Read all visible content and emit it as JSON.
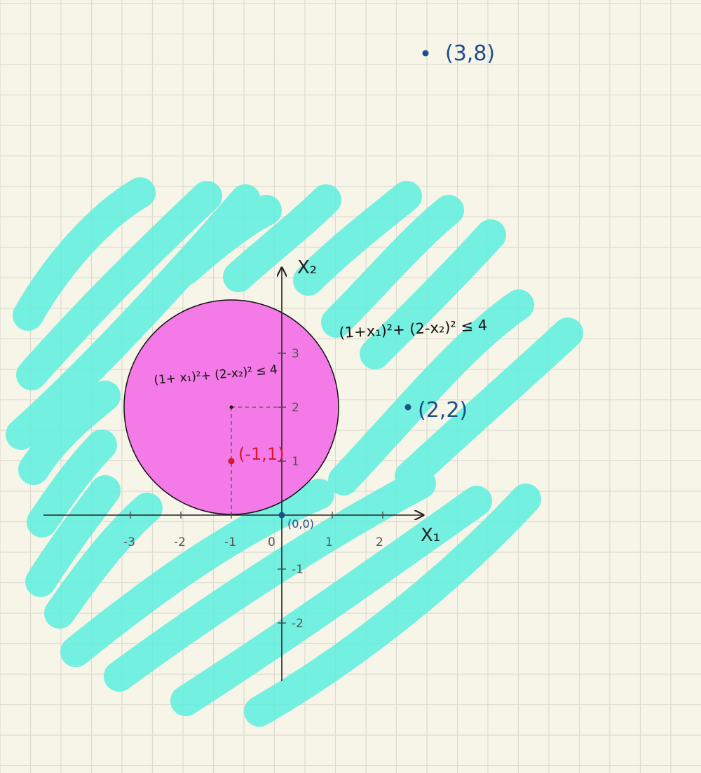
{
  "colors": {
    "paper": "#f7f4e8",
    "grid": "#dddbd0",
    "highlight": "#5ef0e0",
    "disk": "#f47ae8",
    "axis": "#222222",
    "red": "#d6182a",
    "blue": "#1b4f8a"
  },
  "axes": {
    "x_label": "X₁",
    "y_label": "X₂",
    "x_ticks": [
      "-3",
      "-2",
      "-1",
      "0",
      "1",
      "2"
    ],
    "y_ticks": [
      "3",
      "2",
      "1",
      "-1",
      "-2"
    ]
  },
  "disk": {
    "center": [
      -1,
      2
    ],
    "radius": 2,
    "inside_label": "(1+ x₁)²+ (2-x₂)² ≤ 4"
  },
  "outside_label": "(1+x₁)²+ (2-x₂)² ≤ 4",
  "points": [
    {
      "label": "(-1,1)",
      "x": -1,
      "y": 1,
      "color": "red"
    },
    {
      "label": "(0,0)",
      "x": 0,
      "y": 0,
      "color": "blue"
    },
    {
      "label": "(2,2)",
      "x": 2.5,
      "y": 2,
      "color": "blue"
    },
    {
      "label": "(3,8)",
      "x": 3,
      "y": 8,
      "color": "blue"
    }
  ]
}
